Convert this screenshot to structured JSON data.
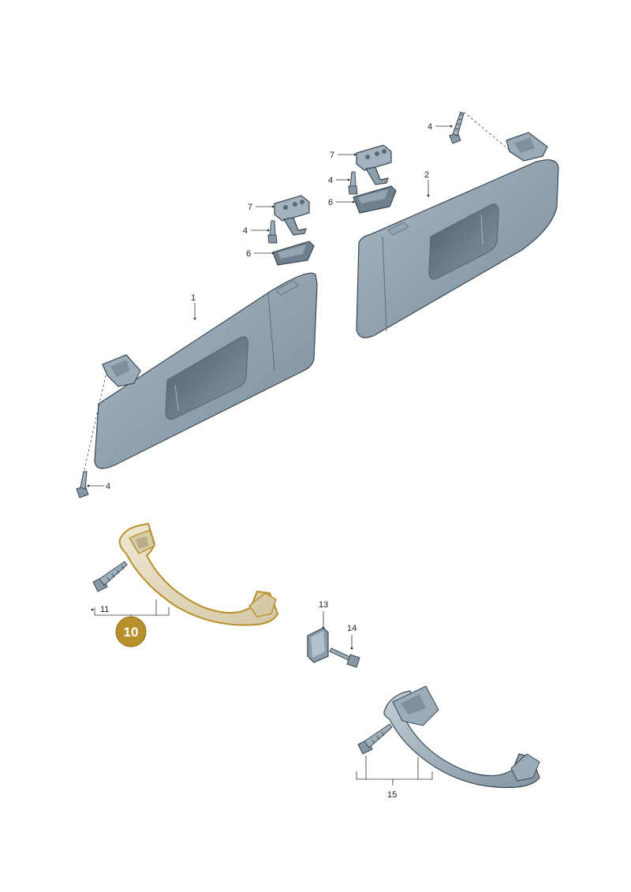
{
  "callouts": {
    "visor_left": "1",
    "visor_right": "2",
    "screw_top_right": "4",
    "screw_right_clip": "4",
    "screw_left_clip": "4",
    "screw_bottom_left": "4",
    "cover_right": "6",
    "cover_left": "6",
    "clip_right": "7",
    "clip_left": "7",
    "grab_screw": "11",
    "cap": "13",
    "cap_screw": "14",
    "grab_handle_grey": "15"
  },
  "highlight": {
    "label": "10",
    "color": "#b8902b",
    "handle_fill": "#e6dcc2"
  },
  "colors": {
    "part_fill": "#8a9cab",
    "part_dark": "#6c7d8c",
    "part_light": "#b3c1cc"
  }
}
